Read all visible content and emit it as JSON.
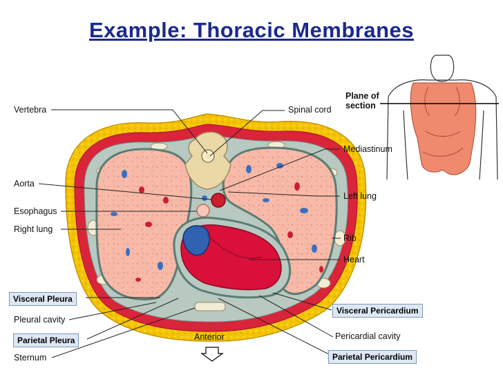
{
  "title": "Example:  Thoracic Membranes",
  "labels": {
    "vertebra": "Vertebra",
    "spinal_cord": "Spinal cord",
    "plane_of_section_line1": "Plane of",
    "plane_of_section_line2": "section",
    "mediastinum": "Mediastinum",
    "aorta": "Aorta",
    "left_lung": "Left lung",
    "esophagus": "Esophagus",
    "right_lung": "Right lung",
    "rib": "Rib",
    "heart": "Heart",
    "pleural_cavity": "Pleural cavity",
    "anterior": "Anterior",
    "pericardial_cavity": "Pericardial cavity",
    "sternum": "Sternum"
  },
  "boxes": {
    "visceral_pleura": "Visceral Pleura",
    "visceral_pericardium": "Visceral Pericardium",
    "parietal_pleura": "Parietal Pleura",
    "parietal_pericardium": "Parietal Pericardium"
  },
  "colors": {
    "title": "#1a2a8c",
    "body_wall": "#d9243a",
    "fat": "#f5c400",
    "lung": "#f7b9a8",
    "heart": "#d8103a",
    "blood_vessel": "#3a6fc0",
    "label_box": "#dde8f4"
  }
}
